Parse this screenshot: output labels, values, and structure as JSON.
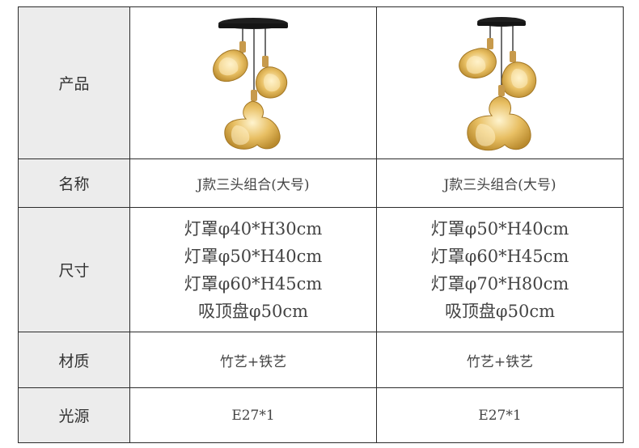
{
  "table": {
    "rows": {
      "product": {
        "label": "产品"
      },
      "name": {
        "label": "名称",
        "values": [
          "J款三头组合(大号)",
          "J款三头组合(大号)"
        ]
      },
      "size": {
        "label": "尺寸",
        "values": [
          [
            "灯罩φ40*H30cm",
            "灯罩φ50*H40cm",
            "灯罩φ60*H45cm",
            "吸顶盘φ50cm"
          ],
          [
            "灯罩φ50*H40cm",
            "灯罩φ60*H45cm",
            "灯罩φ70*H80cm",
            "吸顶盘φ50cm"
          ]
        ]
      },
      "material": {
        "label": "材质",
        "values": [
          "竹艺+铁艺",
          "竹艺+铁艺"
        ]
      },
      "light_source": {
        "label": "光源",
        "values": [
          "E27*1",
          "E27*1"
        ]
      }
    }
  },
  "colors": {
    "border": "#2b2b2b",
    "label_bg": "#ececec",
    "lamp_shade": "#d9a94a",
    "canopy": "#1e1e1e"
  },
  "icons": [
    "pendant-lamp-image"
  ]
}
